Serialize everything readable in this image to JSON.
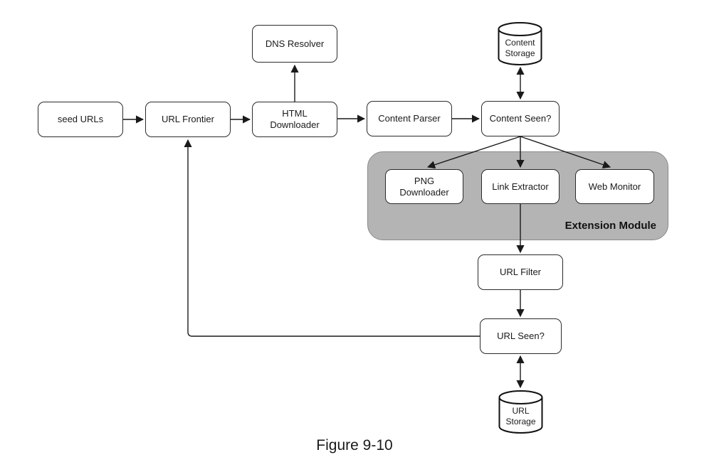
{
  "caption": "Figure 9-10",
  "nodes": {
    "seed_urls": {
      "label": "seed URLs"
    },
    "url_frontier": {
      "label": "URL Frontier"
    },
    "html_downloader": {
      "label": "HTML Downloader"
    },
    "dns_resolver": {
      "label": "DNS Resolver"
    },
    "content_parser": {
      "label": "Content Parser"
    },
    "content_seen": {
      "label": "Content Seen?"
    },
    "png_downloader": {
      "label": "PNG Downloader"
    },
    "link_extractor": {
      "label": "Link Extractor"
    },
    "web_monitor": {
      "label": "Web Monitor"
    },
    "url_filter": {
      "label": "URL Filter"
    },
    "url_seen": {
      "label": "URL Seen?"
    },
    "content_storage": {
      "label": "Content Storage"
    },
    "url_storage": {
      "label": "URL Storage"
    }
  },
  "module": {
    "label": "Extension Module",
    "fill": "#b4b4b4"
  },
  "colors": {
    "line": "#1a1a1a",
    "box_border": "#2b2b2b",
    "box_fill": "#ffffff"
  },
  "edges": [
    {
      "from": "seed URLs",
      "to": "URL Frontier",
      "type": "arrow"
    },
    {
      "from": "URL Frontier",
      "to": "HTML Downloader",
      "type": "arrow"
    },
    {
      "from": "HTML Downloader",
      "to": "DNS Resolver",
      "type": "arrow"
    },
    {
      "from": "HTML Downloader",
      "to": "Content Parser",
      "type": "arrow"
    },
    {
      "from": "Content Parser",
      "to": "Content Seen?",
      "type": "arrow"
    },
    {
      "from": "Content Seen?",
      "to": "Content Storage",
      "type": "double-arrow"
    },
    {
      "from": "Content Seen?",
      "to": "PNG Downloader",
      "type": "arrow"
    },
    {
      "from": "Content Seen?",
      "to": "Link Extractor",
      "type": "arrow"
    },
    {
      "from": "Content Seen?",
      "to": "Web Monitor",
      "type": "arrow"
    },
    {
      "from": "Link Extractor",
      "to": "URL Filter",
      "type": "arrow"
    },
    {
      "from": "URL Filter",
      "to": "URL Seen?",
      "type": "arrow"
    },
    {
      "from": "URL Seen?",
      "to": "URL Storage",
      "type": "double-arrow"
    },
    {
      "from": "URL Seen?",
      "to": "URL Frontier",
      "type": "arrow"
    }
  ]
}
